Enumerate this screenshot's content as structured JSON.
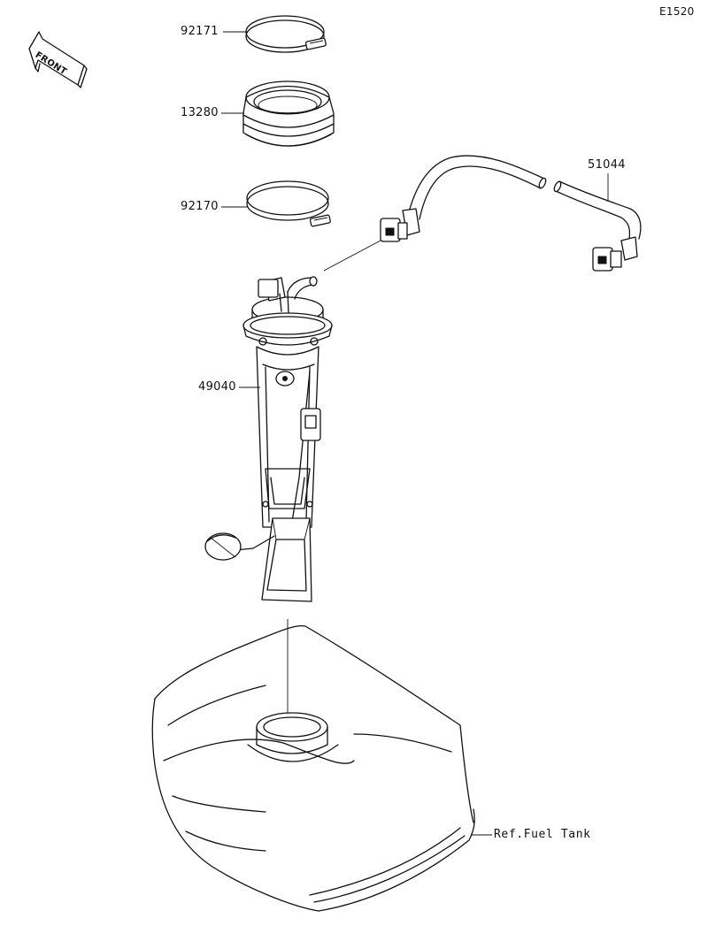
{
  "diagram_code": "E1520",
  "front_arrow": {
    "label": "FRONT",
    "icon": "front-arrow-icon"
  },
  "callouts": [
    {
      "part_no": "92171"
    },
    {
      "part_no": "13280"
    },
    {
      "part_no": "92170"
    },
    {
      "part_no": "51044"
    },
    {
      "part_no": "49040"
    },
    {
      "part_no": "Ref.Fuel Tank"
    }
  ]
}
